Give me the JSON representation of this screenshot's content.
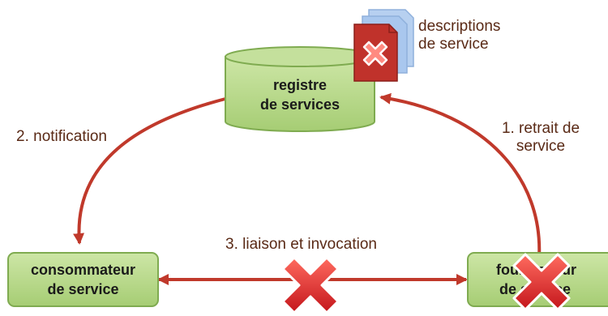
{
  "nodes": {
    "registry": {
      "line1": "registre",
      "line2": "de services"
    },
    "consumer": {
      "line1": "consommateur",
      "line2": "de service"
    },
    "provider": {
      "line1": "fournisseur",
      "line2": "de service"
    }
  },
  "labels": {
    "descriptions": {
      "line1": "descriptions",
      "line2": "de service"
    },
    "notification": "2. notification",
    "withdrawal": {
      "line1": "1. retrait de",
      "line2": "service"
    },
    "binding": "3. liaison et invocation"
  },
  "colors": {
    "node_fill": "#b5d68a",
    "node_stroke": "#7fab50",
    "arrow": "#c0392b",
    "cross": "#e0302f",
    "doc_red": "#c0322b",
    "doc_blue": "#9fc0ea"
  }
}
